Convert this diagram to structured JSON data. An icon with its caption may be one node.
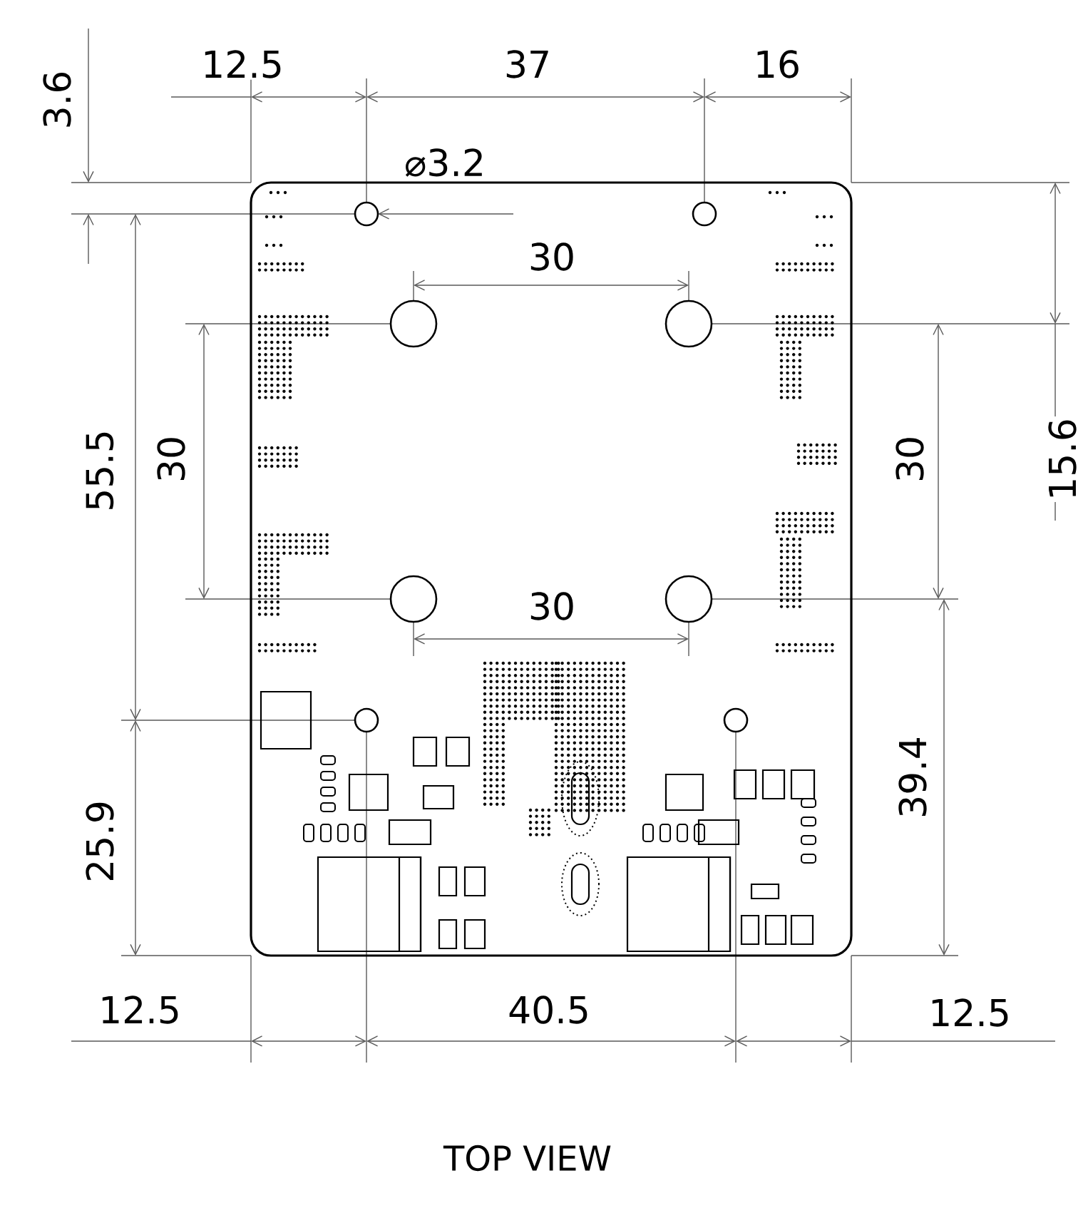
{
  "diagram": {
    "caption": "TOP VIEW",
    "labels": [
      "3.6",
      "12.5",
      "37",
      "16",
      "⌀3.2",
      "30",
      "55.5",
      "30",
      "30",
      "15.6",
      "30",
      "39.4",
      "25.9",
      "12.5",
      "40.5",
      "12.5"
    ]
  }
}
